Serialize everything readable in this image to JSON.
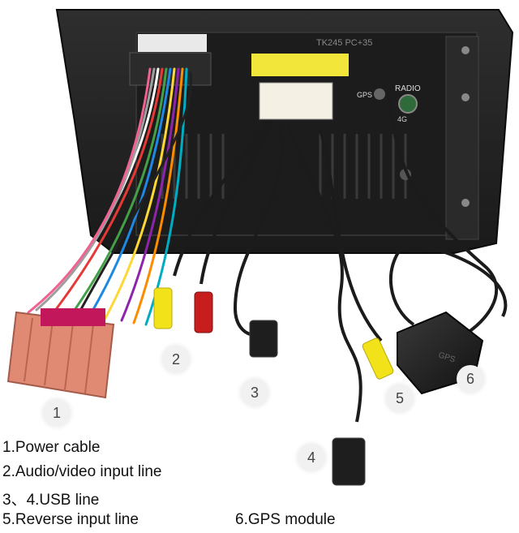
{
  "image": {
    "subject": "car-radio-rear-wiring",
    "colors": {
      "unit_body": "#232323",
      "unit_dark": "#141414",
      "harness_connector": "#e08a74",
      "yellow_label": "#f3e63a",
      "rca_yellow": "#f2e21a",
      "rca_red": "#c81d1d",
      "cable_black": "#1b1b1b",
      "gps_module": "#1f1f1f"
    }
  },
  "unit_labels": {
    "radio": "RADIO",
    "gps": "GPS",
    "model": "TK245 PC+35",
    "port_4g": "4G"
  },
  "gps_module_label": "GPS",
  "callouts": [
    {
      "id": "1"
    },
    {
      "id": "2"
    },
    {
      "id": "3"
    },
    {
      "id": "4"
    },
    {
      "id": "5"
    },
    {
      "id": "6"
    }
  ],
  "captions": {
    "c1": "1.Power cable",
    "c2": "2.Audio/video input line",
    "c3": "3、4.USB line",
    "c5": "5.Reverse input line",
    "c6": "6.GPS module"
  }
}
